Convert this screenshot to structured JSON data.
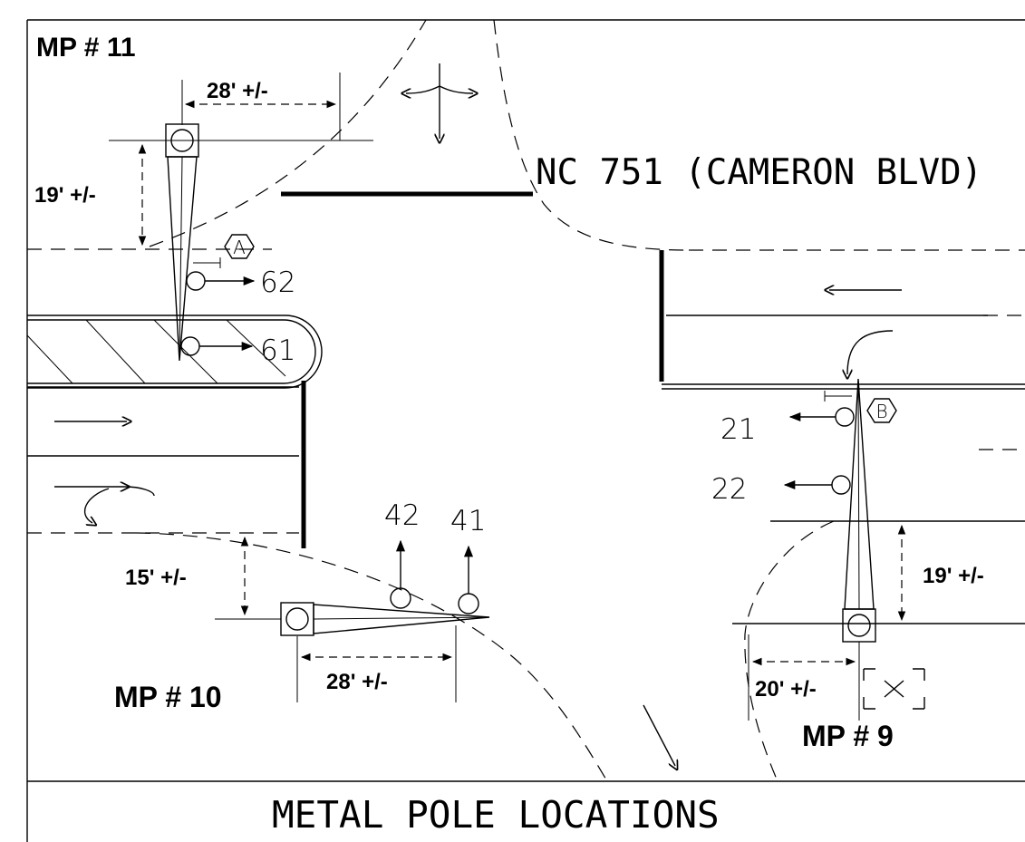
{
  "title": "METAL POLE LOCATIONS",
  "road_name": "NC 751 (CAMERON BLVD)",
  "poles": [
    {
      "id": "mp11",
      "label": "MP # 11",
      "dims": [
        "28' +/-",
        "19' +/-"
      ]
    },
    {
      "id": "mp10",
      "label": "MP # 10",
      "dims": [
        "15' +/-",
        "28' +/-"
      ]
    },
    {
      "id": "mp9",
      "label": "MP # 9",
      "dims": [
        "19' +/-",
        "20' +/-"
      ]
    }
  ],
  "signal_heads": [
    "62",
    "61",
    "42",
    "41",
    "21",
    "22"
  ],
  "hex_markers": [
    "A",
    "B"
  ]
}
